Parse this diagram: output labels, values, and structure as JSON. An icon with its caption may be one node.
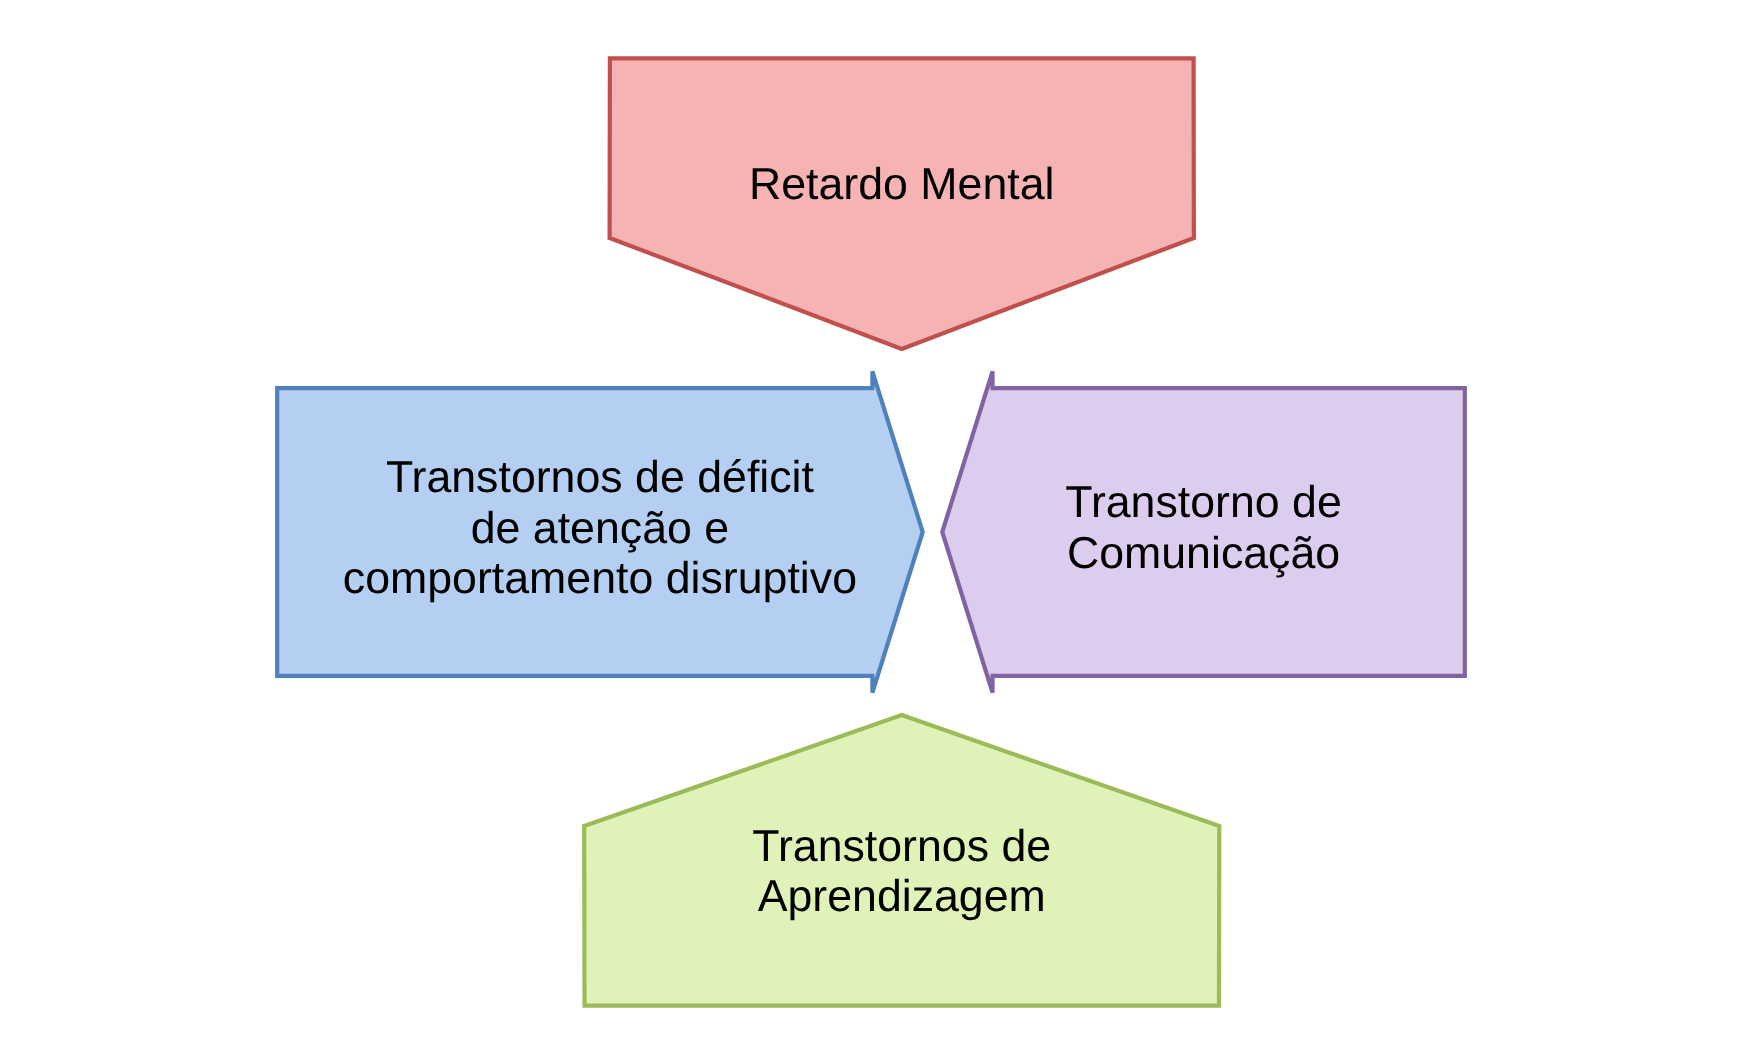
{
  "diagram": {
    "nodes": [
      {
        "text": [
          "Retardo Mental"
        ]
      },
      {
        "text": [
          "Transtornos de déficit de atenção e comportamento disruptivo"
        ]
      },
      {
        "text": [
          "Transtorno de Comunicação"
        ]
      },
      {
        "text": [
          "Transtornos de Aprendizagem"
        ]
      }
    ]
  }
}
